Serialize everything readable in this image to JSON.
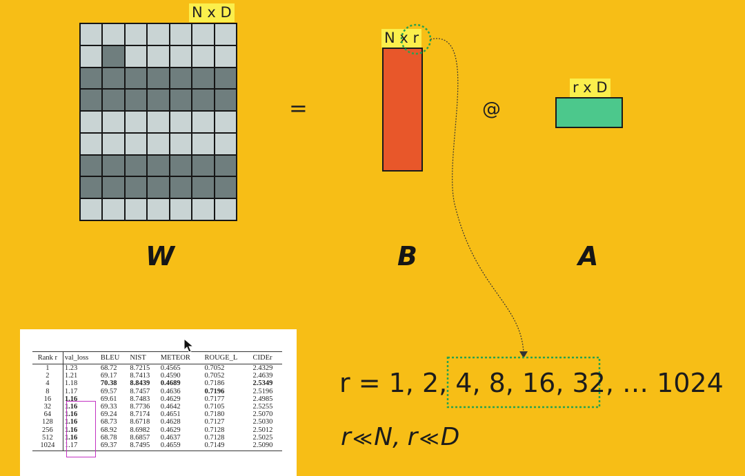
{
  "labels": {
    "w_dims": "N x D",
    "b_dims": "N x r",
    "a_dims": "r x D",
    "equals": "=",
    "matmul": "@",
    "W": "W",
    "B": "B",
    "A": "A"
  },
  "ranks": {
    "prefix": "r = 1, 2, ",
    "highlighted": "4, 8, 16, 32,",
    "suffix": " … 1024"
  },
  "constraint": {
    "r1": "r",
    "op1": "≪",
    "N": "N",
    "comma": ",",
    "r2": "r",
    "op2": "≪",
    "D": "D"
  },
  "colors": {
    "background": "#F7BE16",
    "label_bg": "#FBEF4C",
    "matrix_B": "#E8572A",
    "matrix_A": "#4CC88C",
    "highlight": "#27A24F",
    "table_highlight": "#C230C2"
  },
  "matrix_W_shades": [
    [
      0,
      0,
      0,
      0,
      0,
      0,
      0
    ],
    [
      0,
      1,
      0,
      0,
      0,
      0,
      0
    ],
    [
      1,
      1,
      1,
      1,
      1,
      1,
      1
    ],
    [
      1,
      1,
      1,
      1,
      1,
      1,
      1
    ],
    [
      0,
      0,
      0,
      0,
      0,
      0,
      0
    ],
    [
      0,
      0,
      0,
      0,
      0,
      0,
      0
    ],
    [
      1,
      1,
      1,
      1,
      1,
      1,
      1
    ],
    [
      1,
      1,
      1,
      1,
      1,
      1,
      1
    ],
    [
      0,
      0,
      0,
      0,
      0,
      0,
      0
    ]
  ],
  "table": {
    "headers": [
      "Rank r",
      "val_loss",
      "BLEU",
      "NIST",
      "METEOR",
      "ROUGE_L",
      "CIDEr"
    ],
    "rows": [
      [
        "1",
        "1.23",
        "68.72",
        "8.7215",
        "0.4565",
        "0.7052",
        "2.4329"
      ],
      [
        "2",
        "1.21",
        "69.17",
        "8.7413",
        "0.4590",
        "0.7052",
        "2.4639"
      ],
      [
        "4",
        "1.18",
        "70.38",
        "8.8439",
        "0.4689",
        "0.7186",
        "2.5349"
      ],
      [
        "8",
        "1.17",
        "69.57",
        "8.7457",
        "0.4636",
        "0.7196",
        "2.5196"
      ],
      [
        "16",
        "1.16",
        "69.61",
        "8.7483",
        "0.4629",
        "0.7177",
        "2.4985"
      ],
      [
        "32",
        "1.16",
        "69.33",
        "8.7736",
        "0.4642",
        "0.7105",
        "2.5255"
      ],
      [
        "64",
        "1.16",
        "69.24",
        "8.7174",
        "0.4651",
        "0.7180",
        "2.5070"
      ],
      [
        "128",
        "1.16",
        "68.73",
        "8.6718",
        "0.4628",
        "0.7127",
        "2.5030"
      ],
      [
        "256",
        "1.16",
        "68.92",
        "8.6982",
        "0.4629",
        "0.7128",
        "2.5012"
      ],
      [
        "512",
        "1.16",
        "68.78",
        "8.6857",
        "0.4637",
        "0.7128",
        "2.5025"
      ],
      [
        "1024",
        "1.17",
        "69.37",
        "8.7495",
        "0.4659",
        "0.7149",
        "2.5090"
      ]
    ],
    "bold_cells": [
      [
        2,
        2
      ],
      [
        2,
        3
      ],
      [
        2,
        4
      ],
      [
        2,
        6
      ],
      [
        3,
        5
      ],
      [
        4,
        1
      ],
      [
        5,
        1
      ],
      [
        6,
        1
      ],
      [
        7,
        1
      ],
      [
        8,
        1
      ],
      [
        9,
        1
      ]
    ]
  }
}
